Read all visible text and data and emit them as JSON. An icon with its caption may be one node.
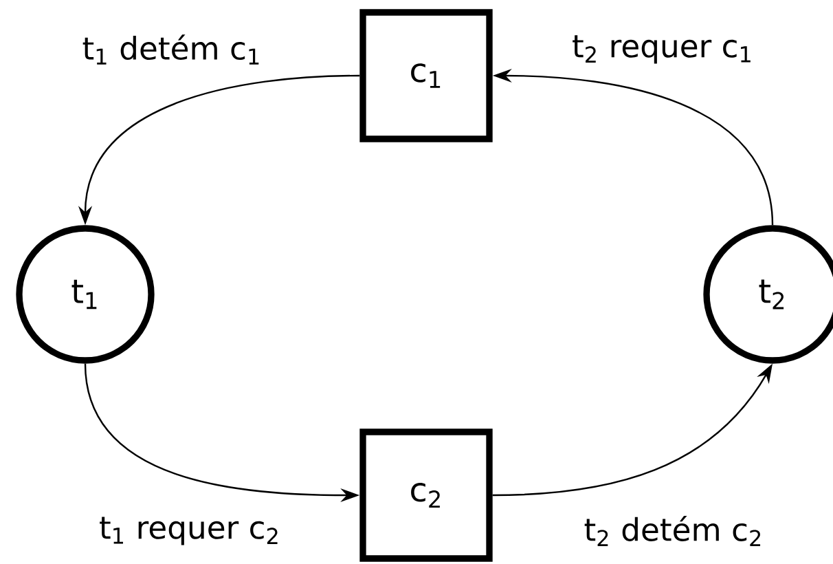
{
  "diagram": {
    "nodes": [
      {
        "text": [
          "c$_{1}$"
        ]
      },
      {
        "text": [
          "t$_{1}$"
        ]
      },
      {
        "text": [
          "t$_{2}$"
        ]
      },
      {
        "text": [
          "c$_{2}$"
        ]
      }
    ],
    "edges": [
      {
        "from": 0,
        "to": 1,
        "arrow": "to",
        "label": "t$_{1}$ detém c$_{1}$"
      },
      {
        "from": 2,
        "to": 0,
        "arrow": "to",
        "label": "t$_{2}$ requer c$_{1}$"
      },
      {
        "from": 1,
        "to": 3,
        "arrow": "to",
        "label": "t$_{1}$ requer c$_{2}$"
      },
      {
        "from": 3,
        "to": 2,
        "arrow": "to",
        "label": "t$_{2}$ detém c$_{2}$"
      }
    ]
  }
}
